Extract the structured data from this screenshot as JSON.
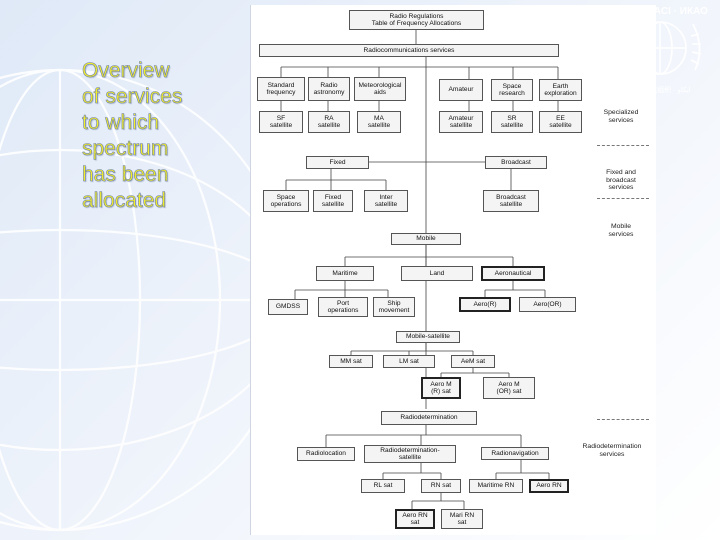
{
  "title": "Overview\nof services\nto which\nspectrum\nhas been\nallocated",
  "logo_text": "ICAO · OACI · ИКАО",
  "logo_text_lower": "国际民航组织 · ايكاو",
  "boxes": {
    "root": "Radio Regulations\nTable of Frequency Allocations",
    "radiocomm": "Radiocommunications services",
    "std_freq": "Standard\nfrequency",
    "radio_astro": "Radio\nastronomy",
    "meteo_aids": "Meteorological\naids",
    "amateur": "Amateur",
    "space_research": "Space\nresearch",
    "earth_expl": "Earth\nexploration",
    "sf_sat": "SF\nsatellite",
    "ra_sat": "RA\nsatellite",
    "ma_sat": "MA\nsatellite",
    "amateur_sat": "Amateur\nsatellite",
    "sr_sat": "SR\nsatellite",
    "ee_sat": "EE\nsatellite",
    "fixed": "Fixed",
    "broadcast": "Broadcast",
    "space_ops": "Space\noperations",
    "fixed_sat": "Fixed\nsatellite",
    "inter_sat": "Inter\nsatellite",
    "broadcast_sat": "Broadcast\nsatellite",
    "mobile": "Mobile",
    "maritime": "Maritime",
    "land": "Land",
    "aeronautical": "Aeronautical",
    "gmdss": "GMDSS",
    "port_ops": "Port\noperations",
    "ship_mov": "Ship\nmovement",
    "aero_r": "Aero(R)",
    "aero_or": "Aero(OR)",
    "mobile_sat": "Mobile-satellite",
    "mm_sat": "MM sat",
    "lm_sat": "LM sat",
    "aem_sat": "AeM sat",
    "aero_m_r_sat": "Aero M\n(R) sat",
    "aero_m_or_sat": "Aero M\n(OR) sat",
    "radiodet": "Radiodetermination",
    "radiolocation": "Radiolocation",
    "radiodet_sat": "Radiodetermination-\nsatellite",
    "radionav": "Radionavigation",
    "rl_sat": "RL sat",
    "rn_sat": "RN sat",
    "maritime_rn": "Maritime RN",
    "aero_rn": "Aero RN",
    "aero_rn_sat": "Aero RN\nsat",
    "mari_rn_sat": "Mari RN\nsat"
  },
  "side_labels": {
    "specialized": "Specialized\nservices",
    "fixed_broadcast": "Fixed and\nbroadcast\nservices",
    "mobile": "Mobile\nservices",
    "radiodetermination": "Radiodetermination\nservices"
  }
}
